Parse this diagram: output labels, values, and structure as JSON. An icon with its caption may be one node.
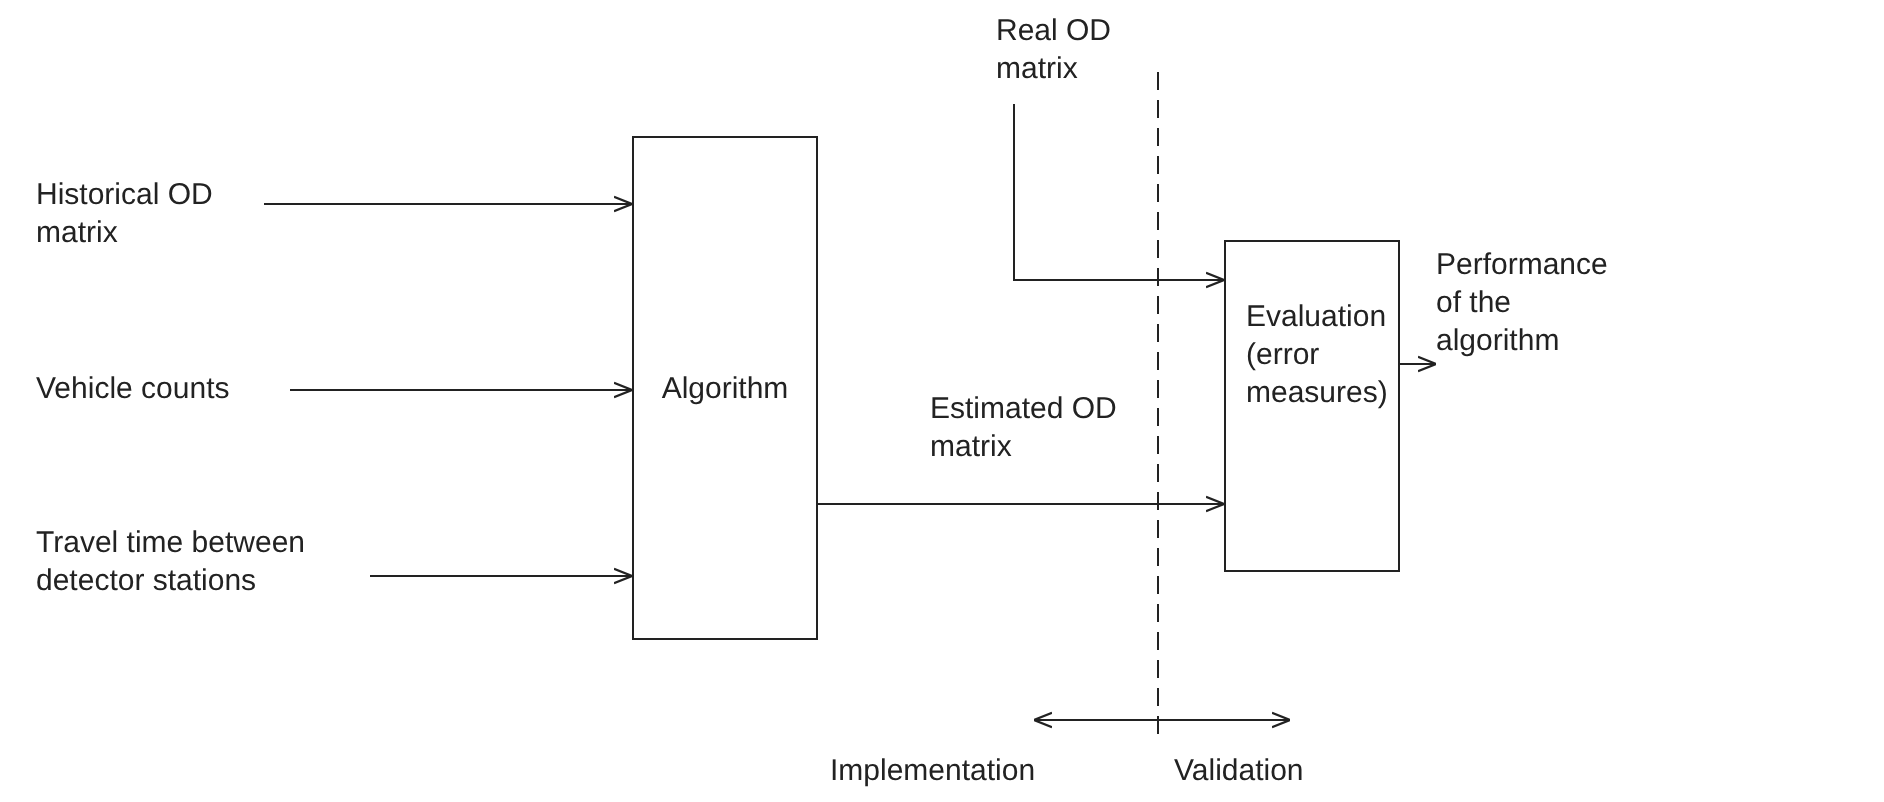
{
  "diagram": {
    "nodes": [
      {
        "text": [
          "Historical OD matrix"
        ]
      },
      {
        "text": [
          "Vehicle counts"
        ]
      },
      {
        "text": [
          "Travel time between detector stations"
        ]
      },
      {
        "text": [
          "Algorithm"
        ]
      },
      {
        "text": [
          "Real OD matrix"
        ]
      },
      {
        "text": [
          "Evaluation (error measures)"
        ]
      },
      {
        "text": [
          "Performance of the algorithm"
        ]
      }
    ],
    "edges": [
      {
        "from": 0,
        "to": 3,
        "arrow": "to"
      },
      {
        "from": 1,
        "to": 3,
        "arrow": "to"
      },
      {
        "from": 2,
        "to": 3,
        "arrow": "to"
      },
      {
        "from": 3,
        "to": 5,
        "arrow": "to",
        "label": "Estimated OD matrix"
      },
      {
        "from": 4,
        "to": 5,
        "arrow": "to"
      },
      {
        "from": 5,
        "to": 6,
        "arrow": "to"
      }
    ],
    "labels": [
      "Implementation",
      "Validation"
    ]
  }
}
